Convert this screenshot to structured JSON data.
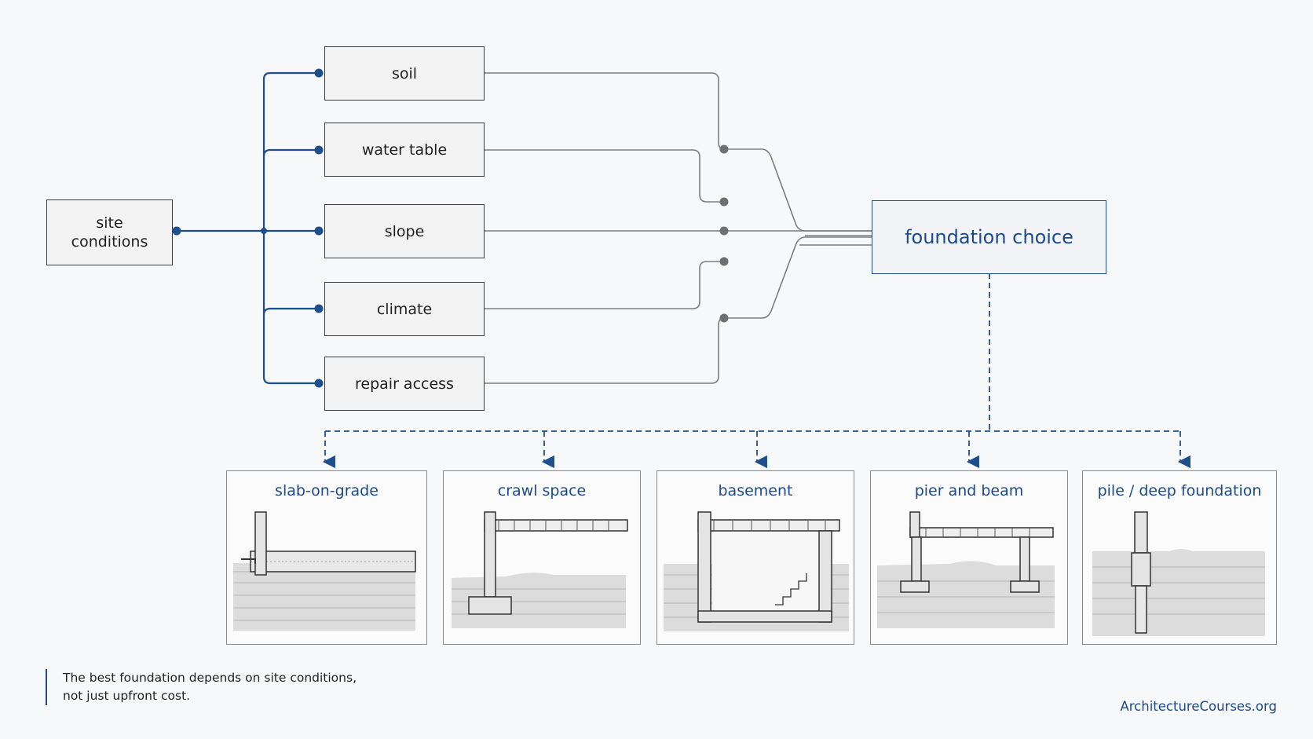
{
  "source": {
    "label": "site\nconditions"
  },
  "factors": [
    {
      "label": "soil"
    },
    {
      "label": "water table"
    },
    {
      "label": "slope"
    },
    {
      "label": "climate"
    },
    {
      "label": "repair access"
    }
  ],
  "hub": {
    "label": "foundation choice"
  },
  "foundation_types": [
    {
      "label": "slab-on-grade",
      "icon": "slab-on-grade-section"
    },
    {
      "label": "crawl space",
      "icon": "crawl-space-section"
    },
    {
      "label": "basement",
      "icon": "basement-section"
    },
    {
      "label": "pier and beam",
      "icon": "pier-and-beam-section"
    },
    {
      "label": "pile / deep foundation",
      "icon": "pile-foundation-section"
    }
  ],
  "note": {
    "line1": "The best foundation depends on site conditions,",
    "line2": "not just upfront cost."
  },
  "footer": {
    "site": "ArchitectureCourses.org"
  },
  "colors": {
    "blue": "#1f4e8c",
    "gray_line": "#7d7d7d",
    "box_border": "#3d3d3d",
    "background": "#f7f8f9"
  }
}
